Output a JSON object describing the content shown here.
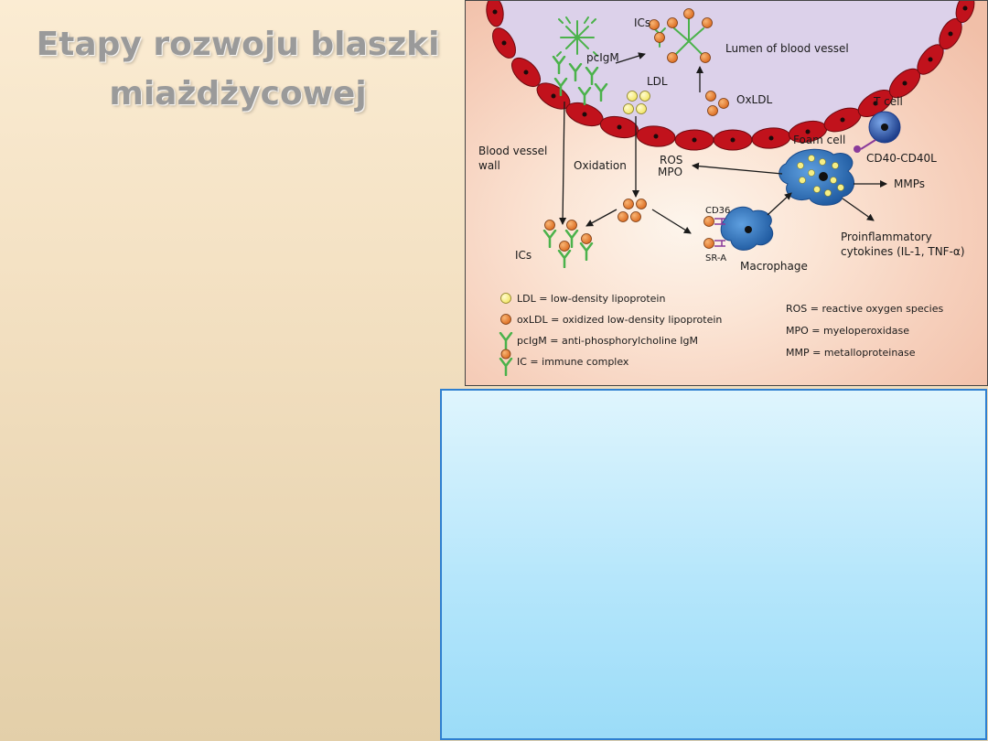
{
  "slide": {
    "title_line1": "Etapy rozwoju blaszki",
    "title_line2": "miażdżycowej"
  },
  "diagram": {
    "labels": {
      "ics_top": "ICs",
      "lumen": "Lumen of blood vessel",
      "pcigm": "pcIgM",
      "ldl": "LDL",
      "oxldl": "OxLDL",
      "t_cell": "T cell",
      "foam_cell": "Foam cell",
      "blood_vessel_wall_1": "Blood vessel",
      "blood_vessel_wall_2": "wall",
      "oxidation": "Oxidation",
      "ros": "ROS",
      "mpo": "MPO",
      "cd40": "CD40-CD40L",
      "mmps": "MMPs",
      "cd36": "CD36",
      "sra": "SR-A",
      "ics_bottom": "ICs",
      "macrophage": "Macrophage",
      "proinflammatory_1": "Proinflammatory",
      "proinflammatory_2": "cytokines (IL-1, TNF-α)"
    },
    "legend_left": [
      "LDL = low-density lipoprotein",
      "oxLDL = oxidized low-density lipoprotein",
      "pcIgM = anti-phosphorylcholine IgM",
      "IC = immune complex"
    ],
    "legend_right": [
      "ROS = reactive oxygen species",
      "MPO = myeloperoxidase",
      "MMP = metalloproteinase"
    ],
    "colors": {
      "ldl": "#f6ef86",
      "oxldl": "#ec8a3a",
      "antibody": "#4bb24b",
      "endothelium": "#c1121c",
      "lumen": "#ddd2ea",
      "macrophage": "#3d7cc6",
      "t_cell": "#2d5aa8"
    }
  }
}
